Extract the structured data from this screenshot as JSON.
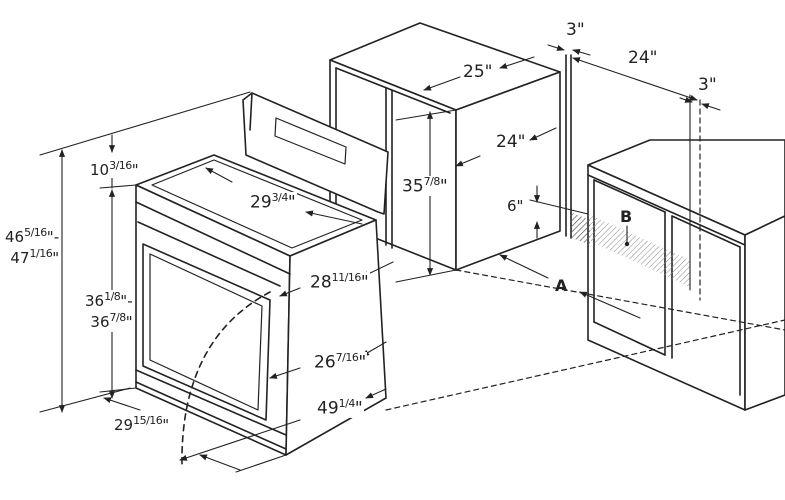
{
  "labels": {
    "cooktop_width": "29",
    "cooktop_width_frac": "3/4",
    "total_height_a": "46",
    "total_height_a_frac": "5/16",
    "total_height_b": "47",
    "total_height_b_frac": "1/16",
    "backguard_height": "10",
    "backguard_frac": "3/16",
    "cooktop_height_a": "36",
    "cooktop_height_a_frac": "1/8",
    "cooktop_height_b": "36",
    "cooktop_height_b_frac": "7/8",
    "depth_body": "28",
    "depth_body_frac": "11/16",
    "depth_door": "26",
    "depth_door_frac": "7/16",
    "depth_open": "49",
    "depth_open_frac": "1/4",
    "width_front": "29",
    "width_front_frac": "15/16",
    "cabinet_width": "25\"",
    "cabinet_height": "35",
    "cabinet_height_frac": "7/8",
    "cabinet_depth": "24\"",
    "gap_top": "3\"",
    "counter_depth": "24\"",
    "gap_right": "3\"",
    "offset_6": "6\"",
    "letter_a": "A",
    "letter_b": "B",
    "dash": "-"
  }
}
